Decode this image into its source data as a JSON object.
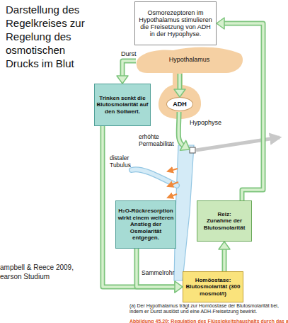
{
  "diagram": {
    "title": "Darstellung des Regelkreises zur Regelung des osmotischen Drucks im Blut",
    "caption": "(a) Der Hypothalamus trägt zur Homöostase der Blutosmolarität bei, indem er Durst auslöst und eine ADH-Freisetzung bewirkt.",
    "nodes": [
      {
        "text": [
          "Osmorezeptoren im Hypothalamus stimulieren die Freisetzung von ADH in der Hypophyse."
        ]
      },
      {
        "text": [
          "Hypothalamus"
        ]
      },
      {
        "text": [
          "Hypophyse"
        ]
      },
      {
        "text": [
          "ADH"
        ],
        "in": 2
      },
      {
        "text": [
          "Trinken senkt die Blutosmolarität auf den Sollwert."
        ]
      },
      {
        "text": [
          "H₂O-Rückresorption wirkt einem weiteren Anstieg der Osmolarität entgegen."
        ]
      },
      {
        "text": [
          "Reiz:",
          "Zunahme der Blutosmolarität"
        ]
      },
      {
        "text": [
          "Homöostase:",
          "Blutosmolarität (300 mosmol/l)"
        ]
      }
    ],
    "edges": [
      {
        "from": 1,
        "to": 4,
        "arrow": "to",
        "label": "Durst"
      },
      {
        "from": 1,
        "to": 3,
        "arrow": "to"
      },
      {
        "from": 4,
        "to": 7,
        "arrow": "to"
      },
      {
        "from": 5,
        "to": 7,
        "arrow": "to"
      },
      {
        "from": 7,
        "to": 6,
        "arrow": "to"
      },
      {
        "from": 6,
        "to": 0,
        "arrow": "to"
      }
    ],
    "labels": [
      "erhöhte Permeabilität",
      "distaler Tubulus",
      "Sammelrohr",
      "ampbell & Reece 2009, earson Studium",
      "Abbildung 45.20: Regulation des Flüssigkeitshaushalts durch das a"
    ]
  }
}
